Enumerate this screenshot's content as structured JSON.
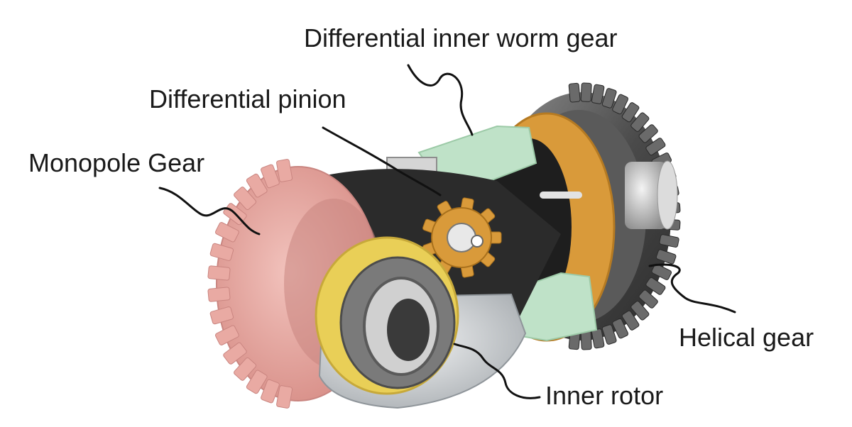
{
  "labels": {
    "worm_gear": "Differential inner worm gear",
    "pinion": "Differential pinion",
    "monopole_gear": "Monopole Gear",
    "helical_gear": "Helical gear",
    "inner_rotor": "Inner rotor"
  },
  "colors": {
    "monopole": "#e6a6a0",
    "monopole_dark": "#c98580",
    "worm_green": "#bfe2c8",
    "worm_green_dark": "#9ccaa7",
    "gold": "#d99a3a",
    "gold_dark": "#b57a22",
    "yellow_ring": "#e9cf57",
    "steel": "#9a9a9a",
    "steel_dark": "#3c3c3c",
    "rotor_grey": "#cfd3d6",
    "leader": "#111111"
  }
}
